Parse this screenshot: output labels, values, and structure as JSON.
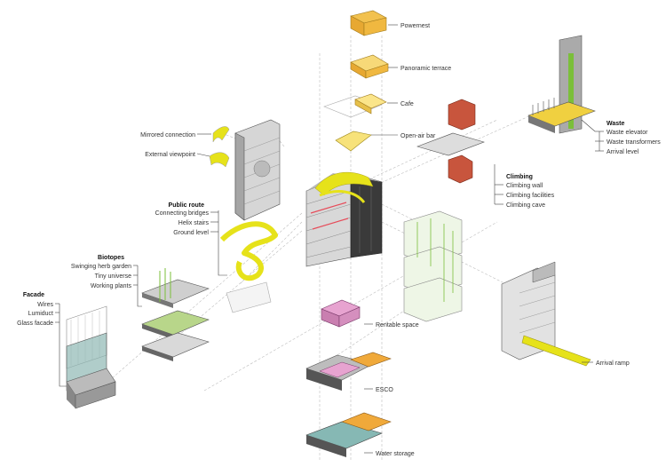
{
  "groups": {
    "top_stack": {
      "items": [
        "Powernest",
        "Panoramic terrace",
        "Cafe",
        "Open-air bar"
      ]
    },
    "mirrored": {
      "items": [
        "Mirrored connection",
        "External viewpoint"
      ]
    },
    "public_route": {
      "heading": "Public route",
      "items": [
        "Connecting bridges",
        "Helix stairs",
        "Ground level"
      ]
    },
    "biotopes": {
      "heading": "Biotopes",
      "items": [
        "Swinging herb garden",
        "Tiny universe",
        "Working plants"
      ]
    },
    "facade": {
      "heading": "Facade",
      "items": [
        "Wires",
        "Lumiduct",
        "Glass facade"
      ]
    },
    "waste": {
      "heading": "Waste",
      "items": [
        "Waste elevator",
        "Waste transformers",
        "Arrival level"
      ]
    },
    "climbing": {
      "heading": "Climbing",
      "items": [
        "Climbing wall",
        "Climbing facilities",
        "Climbing cave"
      ]
    },
    "lower_stack": {
      "items": [
        "Rentable space",
        "ESCO",
        "Water storage"
      ]
    },
    "arrival": {
      "items": [
        "Arrival ramp"
      ]
    }
  },
  "colors": {
    "yellow": "#e6e21a",
    "orange": "#f0a93a",
    "red": "#c8553d",
    "pink": "#e7a3d0",
    "green": "#7bbf3a",
    "teal": "#86b8b4",
    "gray": "#9a9a9a",
    "dark": "#3a3a3a"
  }
}
